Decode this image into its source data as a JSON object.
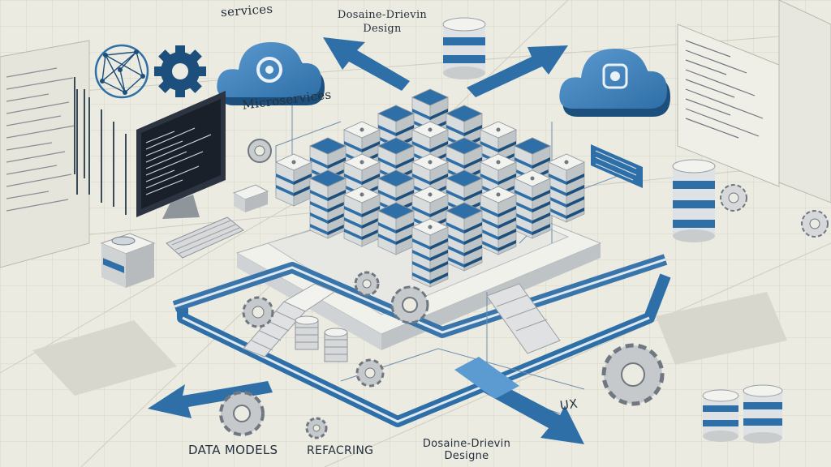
{
  "labels": {
    "services": "services",
    "domain_design_top": "Dosaine-Drievin Design",
    "microservices": "Microservices",
    "data_models": "DATA MODELS",
    "refactoring": "REFACRING",
    "domain_design_bottom": "Dosaine-Drievin Designe",
    "ux": "UX"
  },
  "colors": {
    "background": "#ecebe2",
    "accent_blue": "#2f6fa7",
    "dark_blue": "#1d4f7d",
    "light_blue": "#5b9bd1",
    "block_top": "#f2f2ef",
    "ink": "#24313d"
  },
  "icons": [
    "cloud-icon",
    "gear-icon",
    "database-icon",
    "monitor-icon",
    "keyboard-icon",
    "network-globe-icon",
    "server-block-icon",
    "arrow-icon",
    "stairs-icon"
  ]
}
